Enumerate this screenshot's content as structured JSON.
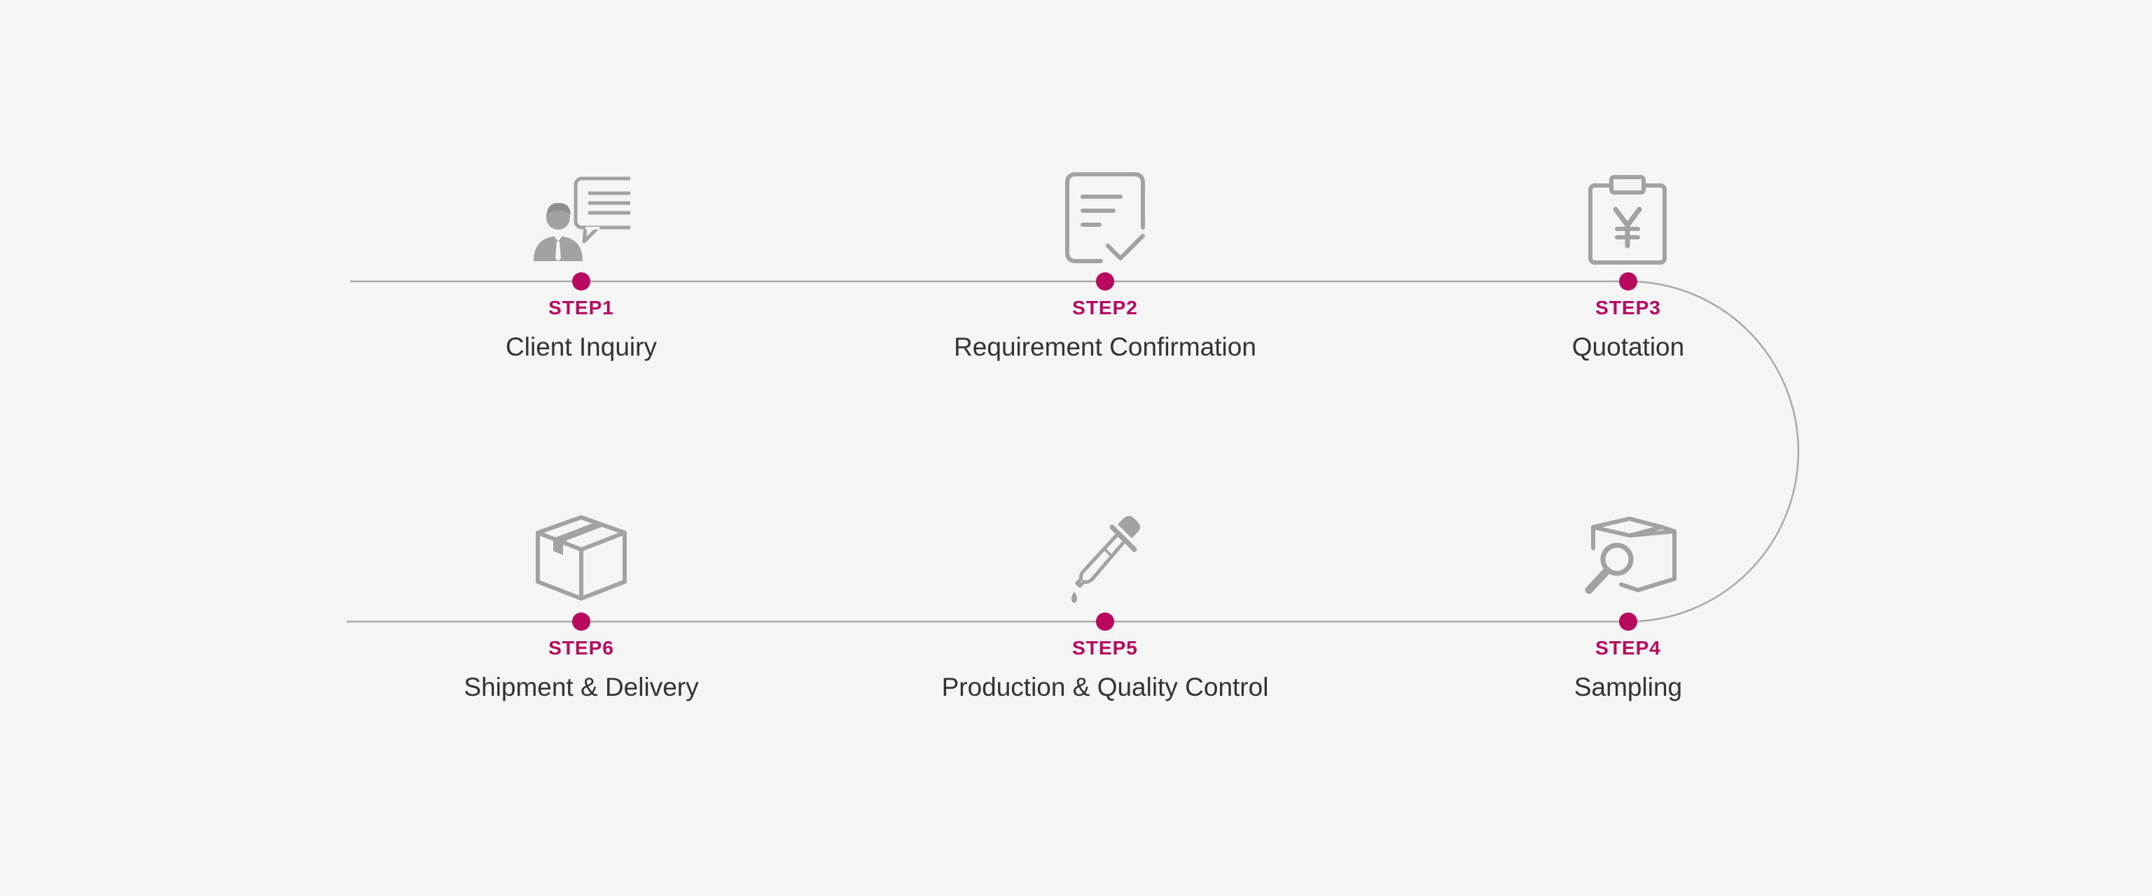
{
  "colors": {
    "accent": "#b8095f",
    "line": "#a9a9a9",
    "icon": "#a2a2a2",
    "text": "#333333",
    "background": "#f5f5f5"
  },
  "steps": [
    {
      "label": "STEP1",
      "title": "Client Inquiry",
      "icon": "client-inquiry-icon"
    },
    {
      "label": "STEP2",
      "title": "Requirement Confirmation",
      "icon": "checklist-icon"
    },
    {
      "label": "STEP3",
      "title": "Quotation",
      "icon": "yen-clipboard-icon"
    },
    {
      "label": "STEP4",
      "title": "Sampling",
      "icon": "box-inspection-icon"
    },
    {
      "label": "STEP5",
      "title": "Production & Quality Control",
      "icon": "dropper-icon"
    },
    {
      "label": "STEP6",
      "title": "Shipment & Delivery",
      "icon": "package-icon"
    }
  ]
}
